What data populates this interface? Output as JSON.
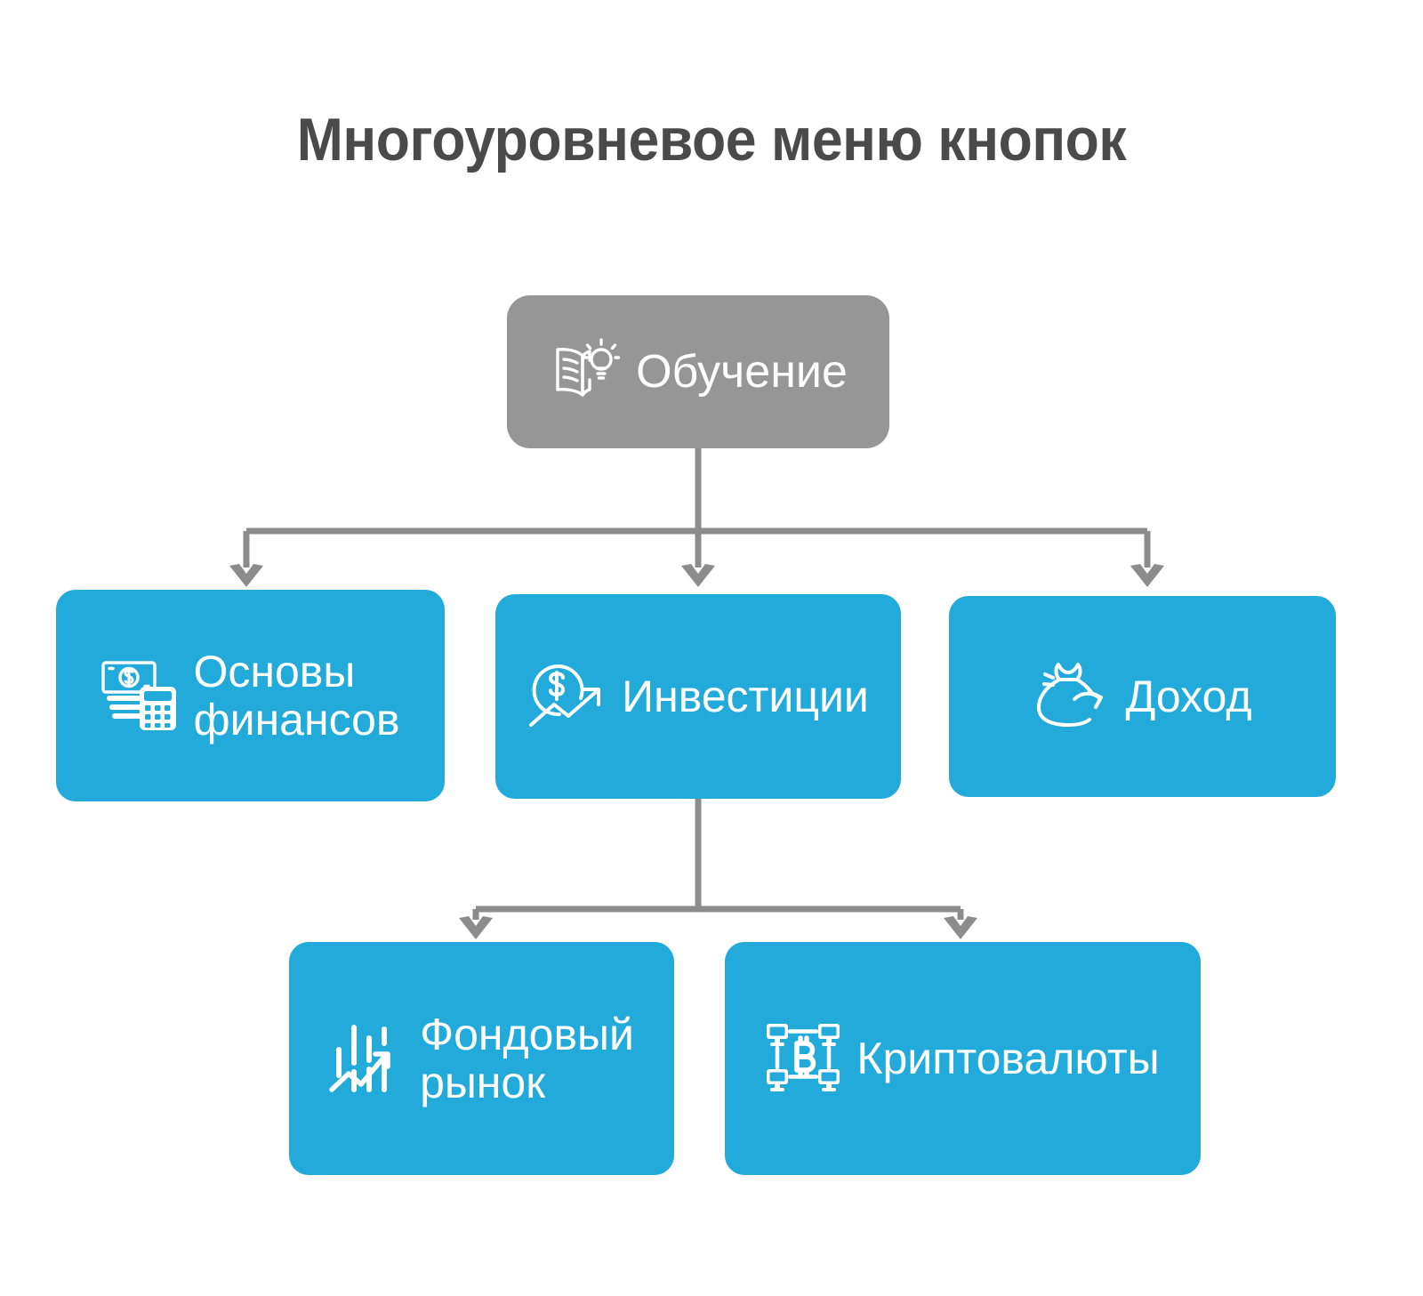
{
  "page": {
    "title": "Многоуровневое меню кнопок",
    "background_color": "#ffffff",
    "title_color": "#4a4a4a"
  },
  "colors": {
    "root_node": "#969696",
    "branch_node": "#22abda",
    "connector": "#8c8c8c",
    "node_text": "#ffffff"
  },
  "diagram": {
    "type": "tree",
    "levels": 3,
    "root": {
      "label": "Обучение",
      "icon": "book-lightbulb-icon",
      "color": "#969696"
    },
    "level2": [
      {
        "label": "Основы\nфинансов",
        "icon": "banknote-calculator-icon",
        "color": "#22abda"
      },
      {
        "label": "Инвестиции",
        "icon": "dollar-growth-arrow-icon",
        "color": "#22abda"
      },
      {
        "label": "Доход",
        "icon": "money-bag-arrow-icon",
        "color": "#22abda"
      }
    ],
    "level3": [
      {
        "label": "Фондовый\nрынок",
        "icon": "candlestick-chart-icon",
        "color": "#22abda"
      },
      {
        "label": "Криптовалюты",
        "icon": "bitcoin-network-icon",
        "color": "#22abda"
      }
    ],
    "edges": [
      {
        "from": "Обучение",
        "to": "Основы финансов"
      },
      {
        "from": "Обучение",
        "to": "Инвестиции"
      },
      {
        "from": "Обучение",
        "to": "Доход"
      },
      {
        "from": "Инвестиции",
        "to": "Фондовый рынок"
      },
      {
        "from": "Инвестиции",
        "to": "Криптовалюты"
      }
    ]
  }
}
